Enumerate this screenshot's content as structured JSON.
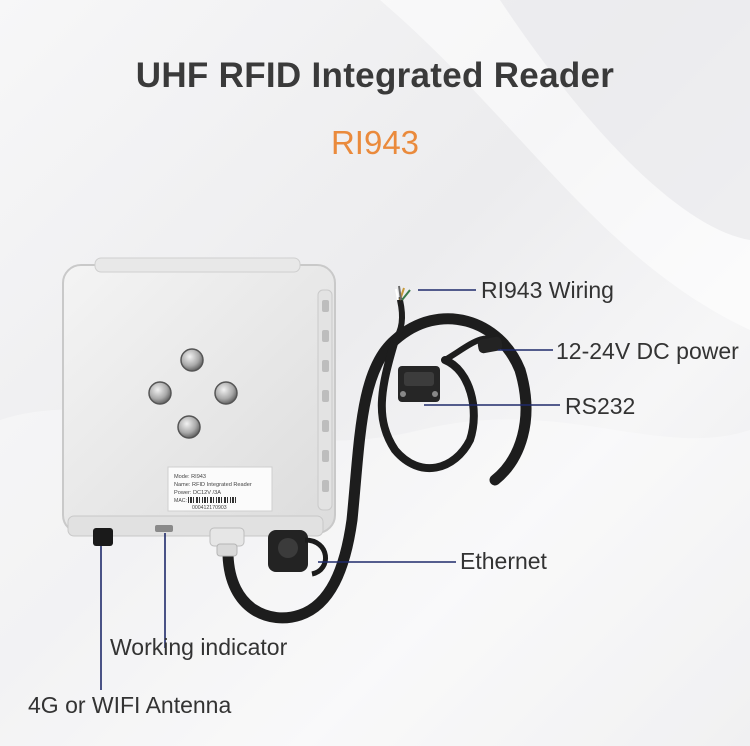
{
  "title": "UHF RFID Integrated Reader",
  "model": "RI943",
  "accent_color": "#ea8a3c",
  "line_color": "#1f2a6b",
  "device_label": {
    "model_line": "Mode: RI943",
    "name_line": "Name: RFID Integrated Reader",
    "power_line": "Power: DC12V /3A",
    "mac_line": "MAC:",
    "serial": "000412170903"
  },
  "callouts": {
    "wiring": "RI943 Wiring",
    "dc_power": "12-24V DC power",
    "rs232": "RS232",
    "ethernet": "Ethernet",
    "working_indicator": "Working indicator",
    "antenna": "4G or WIFI Antenna"
  }
}
